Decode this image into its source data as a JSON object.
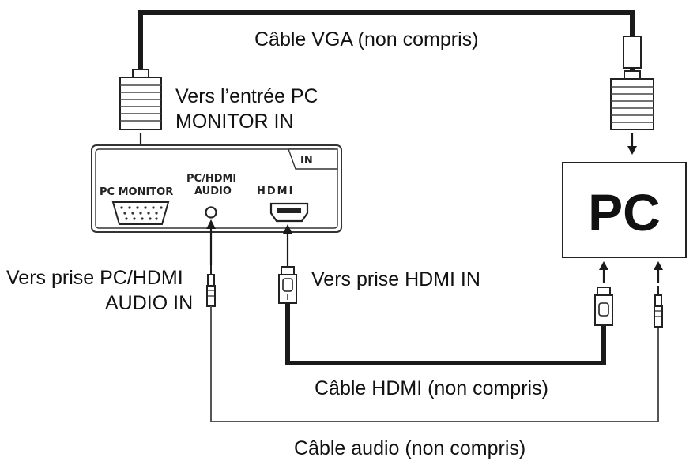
{
  "labels": {
    "vga_cable": "Câble VGA (non compris)",
    "to_pc_monitor_in_line1": "Vers l’entrée PC",
    "to_pc_monitor_in_line2": "MONITOR IN",
    "to_audio_in_line1": "Vers prise PC/HDMI",
    "to_audio_in_line2": "AUDIO IN",
    "to_hdmi_in": "Vers prise HDMI IN",
    "hdmi_cable": "Câble HDMI (non compris)",
    "audio_cable": "Câble audio (non compris)"
  },
  "panel": {
    "in_label": "IN",
    "pc_monitor_label": "PC MONITOR",
    "pc_hdmi_audio_line1": "PC/HDMI",
    "pc_hdmi_audio_line2": "AUDIO",
    "hdmi_logo": "HDMI"
  },
  "pc_box": {
    "label": "PC"
  },
  "colors": {
    "cable": "#1a1a1a",
    "audio_cable": "#555555",
    "text": "#111111"
  }
}
